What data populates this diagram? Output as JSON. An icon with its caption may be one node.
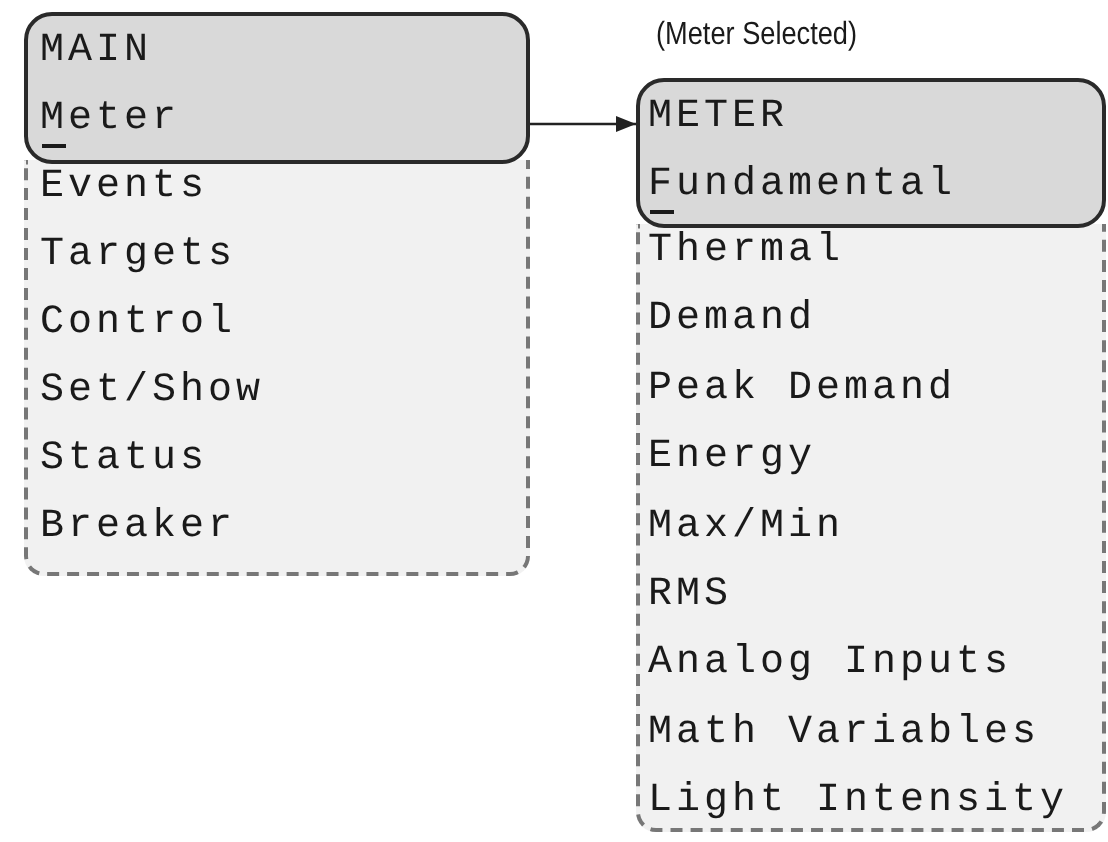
{
  "diagram": {
    "nodes": [
      {
        "text": [
          "MAIN",
          "Meter"
        ]
      },
      {
        "text": [
          "Events",
          "Targets",
          "Control",
          "Set/Show",
          "Status",
          "Breaker"
        ]
      },
      {
        "text": [
          "METER",
          "Fundamental"
        ],
        "beside": [
          "(Meter Selected)"
        ]
      },
      {
        "text": [
          "Thermal",
          "Demand",
          "Peak Demand",
          "Energy",
          "Max/Min",
          "RMS",
          "Analog Inputs",
          "Math Variables",
          "Light Intensity"
        ]
      }
    ],
    "edges": [
      {
        "from": 0,
        "to": 2,
        "arrow": "to"
      }
    ]
  }
}
